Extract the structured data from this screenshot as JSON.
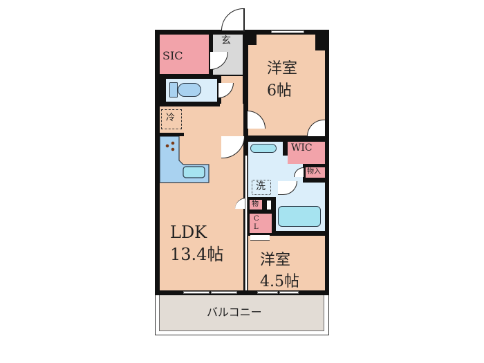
{
  "floorplan": {
    "rooms": {
      "sic": {
        "label": "SIC"
      },
      "genkan": {
        "label": "玄"
      },
      "western1": {
        "name": "洋室",
        "size": "6帖"
      },
      "ldk": {
        "name": "LDK",
        "size": "13.4帖"
      },
      "western2": {
        "name": "洋室",
        "size": "4.5帖"
      },
      "wic": {
        "label": "WIC"
      },
      "storage_in": {
        "label": "物入"
      },
      "washroom": {
        "label": "洗"
      },
      "storage_small": {
        "label": "物"
      },
      "closet": {
        "label": "C\nL",
        "line1": "C",
        "line2": "L"
      },
      "fridge": {
        "label": "冷"
      },
      "balcony": {
        "label": "バルコニー"
      }
    },
    "colors": {
      "wall": "#111111",
      "floor": "#f4cdb0",
      "storage": "#f2a3aa",
      "entrance": "#d9d9d9",
      "wet_area": "#dbeefa",
      "fixture": "#a9d2f0",
      "balcony": "#e2dcd5"
    }
  }
}
